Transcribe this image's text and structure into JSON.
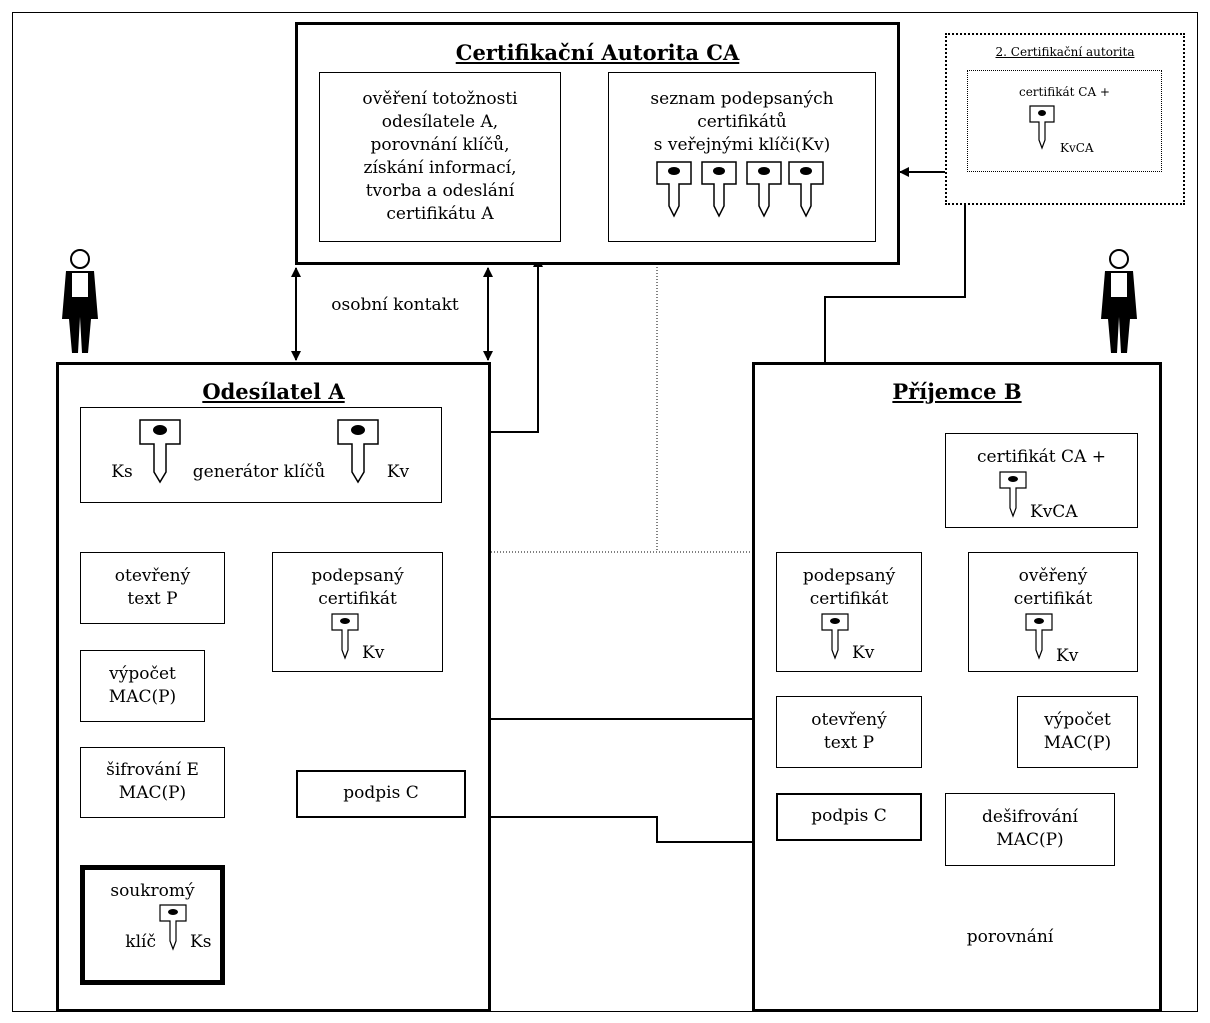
{
  "ca": {
    "title": "Certifikační Autorita CA",
    "verify_l1": "ověření totožnosti",
    "verify_l2": "odesílatele A,",
    "verify_l3": "porovnání klíčů,",
    "verify_l4": "získání informací,",
    "verify_l5": "tvorba a odeslání",
    "verify_l6": "certifikátu A",
    "list_l1": "seznam podepsaných",
    "list_l2": "certifikátů",
    "list_l3": "s veřejnými klíči(Kv)"
  },
  "ca2": {
    "title": "2. Certifikační autorita",
    "cert": "certifikát CA +",
    "key": "KvCA"
  },
  "personal_contact": "osobní kontakt",
  "sender": {
    "title": "Odesílatel A",
    "ks": "Ks",
    "generator": "generátor klíčů",
    "kv": "Kv",
    "plaintext_l1": "otevřený",
    "plaintext_l2": "text P",
    "mac_l1": "výpočet",
    "mac_l2": "MAC(P)",
    "enc_l1": "šifrování E",
    "enc_l2": "MAC(P)",
    "signature": "podpis C",
    "signed_l1": "podepsaný",
    "signed_l2": "certifikát",
    "signed_key": "Kv",
    "private_l1": "soukromý",
    "private_l2": "klíč",
    "private_key": "Ks"
  },
  "receiver": {
    "title": "Příjemce B",
    "ca_cert": "certifikát CA +",
    "ca_key": "KvCA",
    "signed_l1": "podepsaný",
    "signed_l2": "certifikát",
    "signed_key": "Kv",
    "verified_l1": "ověřený",
    "verified_l2": "certifikát",
    "verified_key": "Kv",
    "plaintext_l1": "otevřený",
    "plaintext_l2": "text P",
    "mac_l1": "výpočet",
    "mac_l2": "MAC(P)",
    "signature": "podpis C",
    "dec_l1": "dešifrování",
    "dec_l2": "MAC(P)",
    "compare": "porovnání"
  }
}
